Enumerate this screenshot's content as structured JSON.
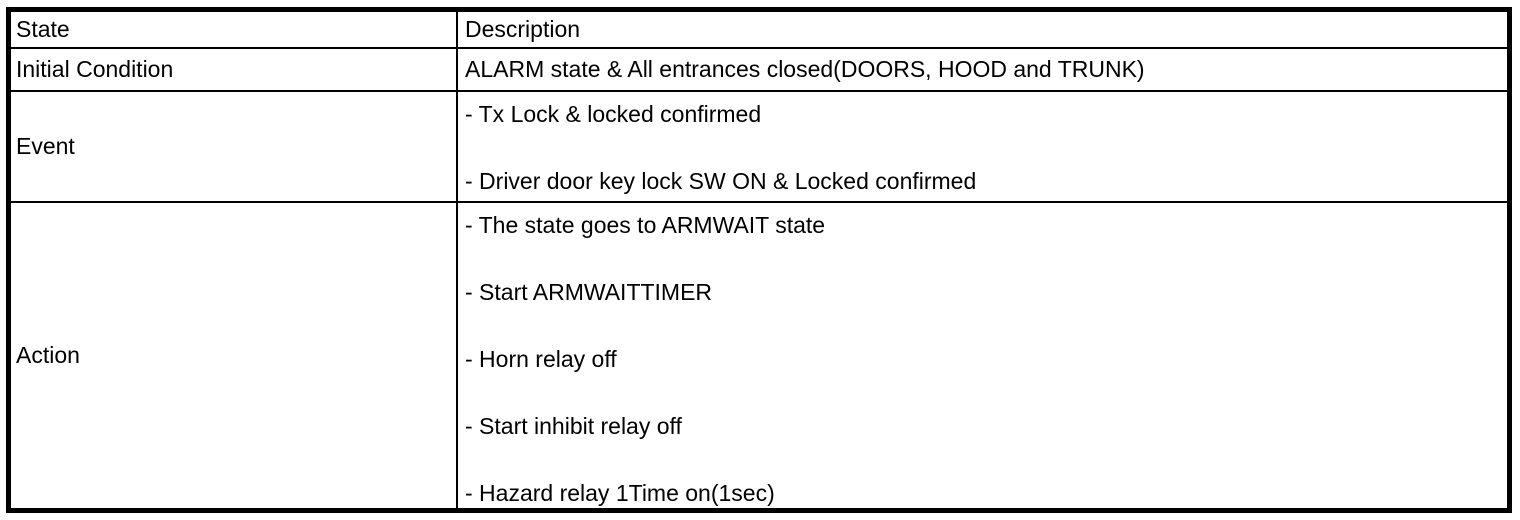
{
  "table": {
    "header": {
      "state": "State",
      "description": "Description"
    },
    "rows": [
      {
        "state": "Initial Condition",
        "description": [
          "ALARM state & All entrances closed(DOORS, HOOD and TRUNK)"
        ]
      },
      {
        "state": "Event",
        "description": [
          "- Tx Lock & locked confirmed",
          "- Driver door key lock SW ON & Locked confirmed"
        ]
      },
      {
        "state": "Action",
        "description": [
          "- The state goes to ARMWAIT state",
          "- Start ARMWAITTIMER",
          "- Horn relay off",
          "- Start inhibit relay off",
          "- Hazard relay 1Time on(1sec)"
        ]
      }
    ],
    "colors": {
      "border": "#000000",
      "background": "#ffffff",
      "text": "#000000"
    }
  }
}
